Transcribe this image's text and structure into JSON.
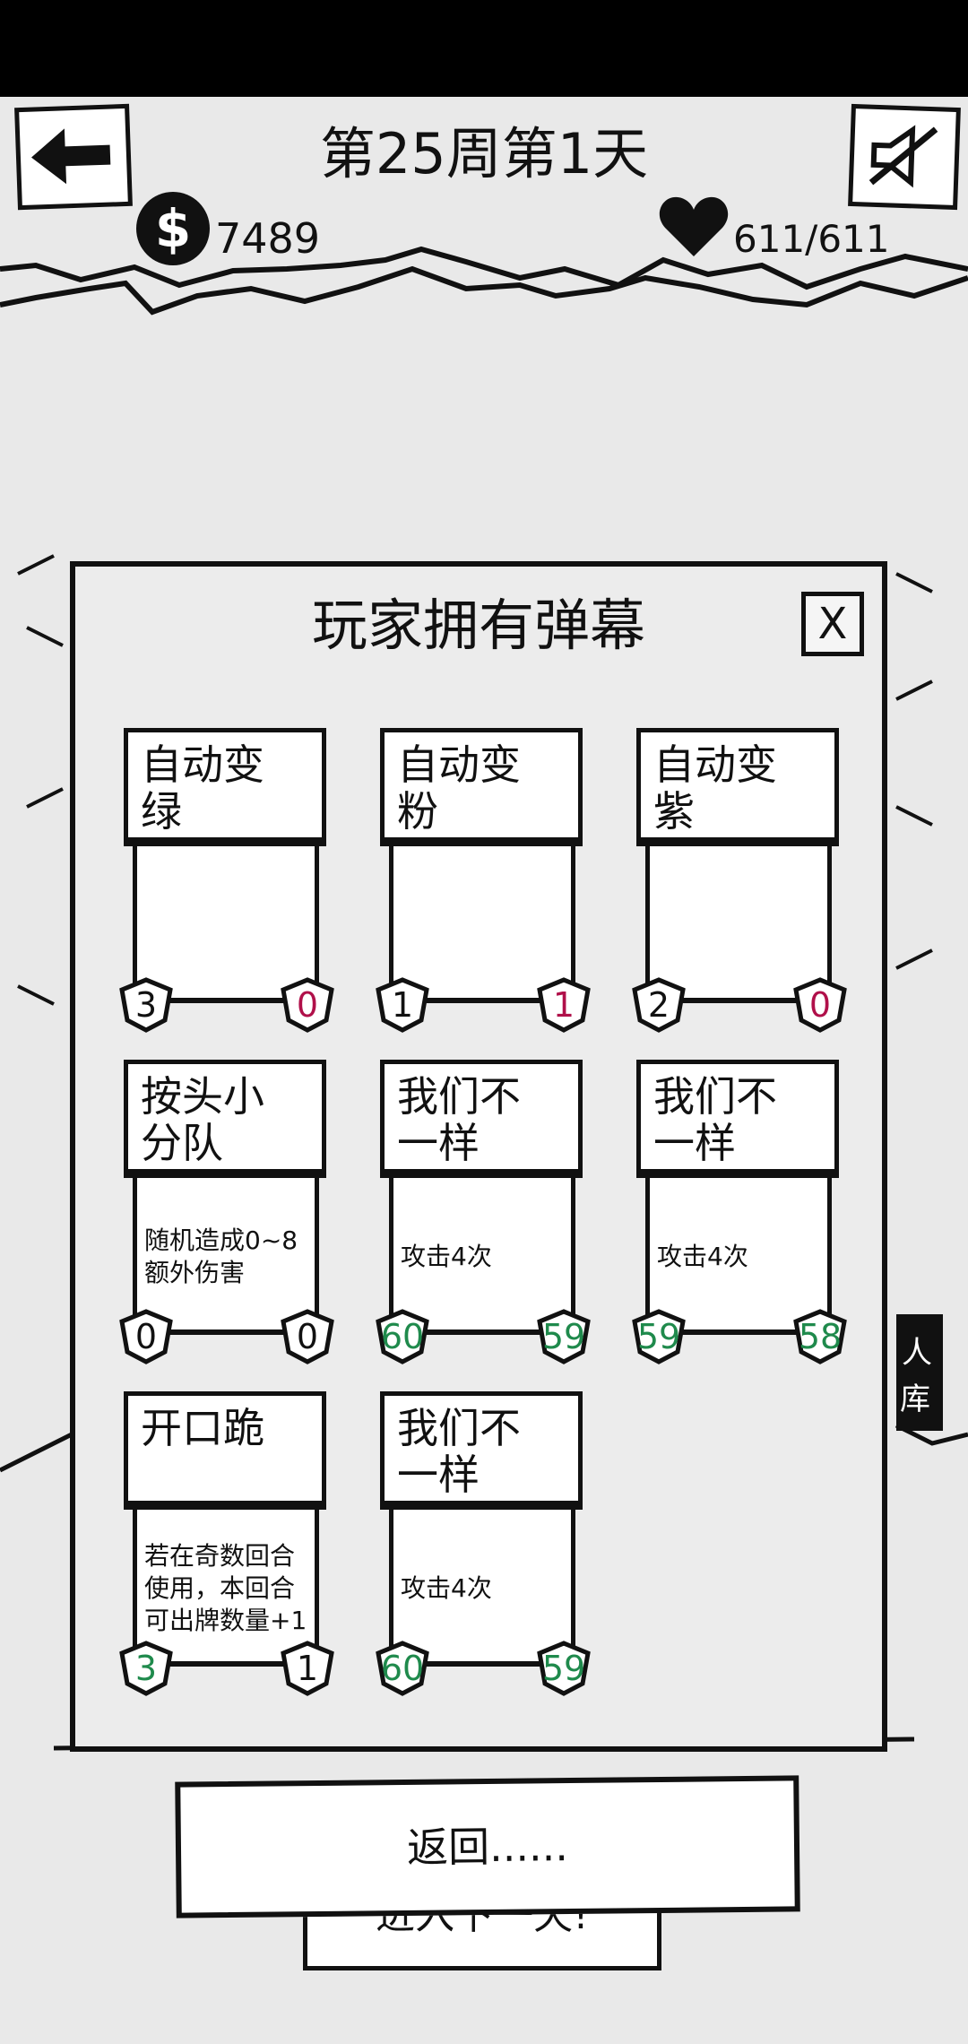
{
  "header": {
    "date_title": "第25周第1天",
    "money": "7489",
    "coin_symbol": "$",
    "hp": "611/611"
  },
  "background": {
    "next_day_partial": "进入下一天!"
  },
  "modal": {
    "title": "玩家拥有弹幕",
    "close_label": "X",
    "cards": [
      {
        "name": "自动变\n绿",
        "desc": "",
        "left_value": "3",
        "right_value": "0",
        "left_color": "#111111",
        "right_color": "#b0104a"
      },
      {
        "name": "自动变\n粉",
        "desc": "",
        "left_value": "1",
        "right_value": "1",
        "left_color": "#111111",
        "right_color": "#b0104a"
      },
      {
        "name": "自动变\n紫",
        "desc": "",
        "left_value": "2",
        "right_value": "0",
        "left_color": "#111111",
        "right_color": "#b0104a"
      },
      {
        "name": "按头小\n分队",
        "desc": "随机造成0~8\n额外伤害",
        "left_value": "0",
        "right_value": "0",
        "left_color": "#111111",
        "right_color": "#111111"
      },
      {
        "name": "我们不\n一样",
        "desc": "攻击4次",
        "left_value": "60",
        "right_value": "59",
        "left_color": "#1f8a4c",
        "right_color": "#1f8a4c"
      },
      {
        "name": "我们不\n一样",
        "desc": "攻击4次",
        "left_value": "59",
        "right_value": "58",
        "left_color": "#1f8a4c",
        "right_color": "#1f8a4c"
      },
      {
        "name": "开口跪",
        "desc": "若在奇数回合\n使用，本回合\n可出牌数量+1",
        "left_value": "3",
        "right_value": "1",
        "left_color": "#1f8a4c",
        "right_color": "#111111"
      },
      {
        "name": "我们不\n一样",
        "desc": "攻击4次",
        "left_value": "60",
        "right_value": "59",
        "left_color": "#1f8a4c",
        "right_color": "#1f8a4c"
      }
    ]
  },
  "footer": {
    "return_label": "返回......"
  }
}
